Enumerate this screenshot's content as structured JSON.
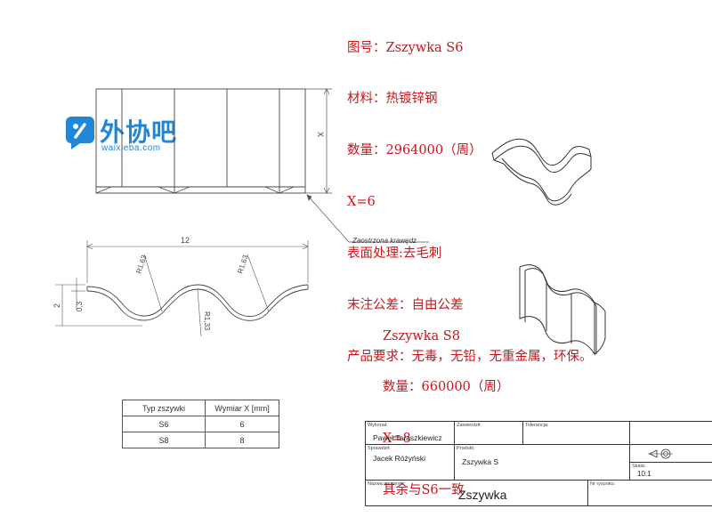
{
  "spec_s6": {
    "lines": [
      "图号：Zszywka S6",
      "材料：热镀锌钢",
      "数量：2964000（周）",
      "X=6",
      "表面处理:去毛刺",
      "末注公差：自由公差",
      "产品要求：无毒，无铅，无重金属，环保。"
    ]
  },
  "spec_s8": {
    "lines": [
      "Zszywka S8",
      "数量：660000（周）",
      "X=8",
      "其余与S6一致"
    ]
  },
  "logo": {
    "text": "外协吧",
    "domain": "waixieba.com",
    "color": "#1f86d8"
  },
  "drawing": {
    "dim_x": "X",
    "dim_width": "12",
    "dim_height": "2",
    "dim_thickness": "0,3",
    "radius_left": "R1,63",
    "radius_right": "R1,63",
    "radius_bottom": "R1,33",
    "callout": "Zaostrzona krawędz"
  },
  "size_table": {
    "headers": [
      "Typ zszywki",
      "Wymiar X [mm]"
    ],
    "rows": [
      [
        "S6",
        "6"
      ],
      [
        "S8",
        "8"
      ]
    ]
  },
  "title_block": {
    "drawn_label": "Wykonał:",
    "drawn_value": "Paweł Taraszkiewicz",
    "approved_label": "Zatwierdził:",
    "tolerance_label": "Tolerancja:",
    "checked_label": "Sprawdził:",
    "checked_value": "Jacek Różyński",
    "product_label": "Produkt:",
    "product_value": "Zszywka S",
    "name_label": "Nazwa elementu:",
    "name_value": "Zszywka",
    "drawing_no_label": "Nr rysunku:",
    "scale_label": "Skala:",
    "scale_value": "10:1"
  },
  "colors": {
    "red_text": "#c8161d",
    "line": "#444444"
  }
}
